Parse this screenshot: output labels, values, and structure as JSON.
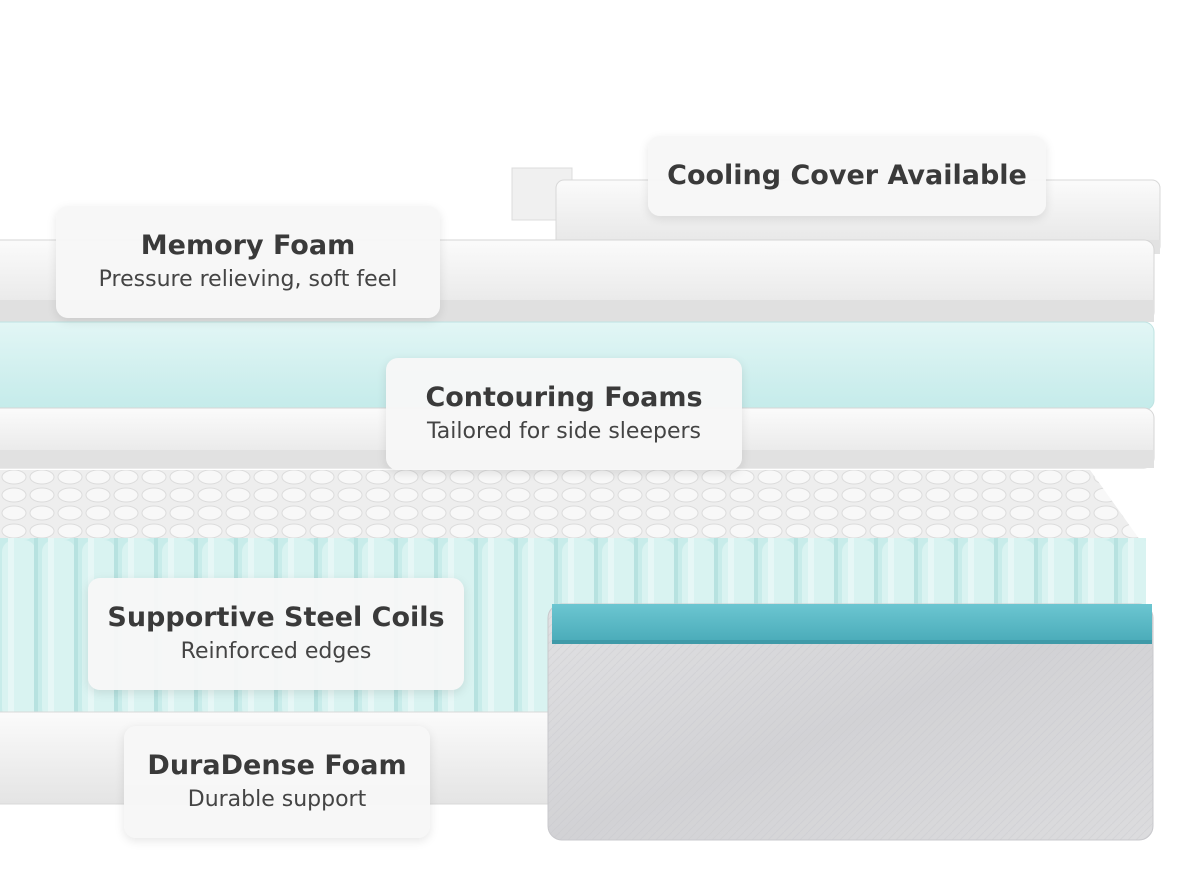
{
  "layers": [
    {
      "id": "cooling-cover",
      "title": "Cooling Cover Available",
      "subtitle": ""
    },
    {
      "id": "memory-foam",
      "title": "Memory Foam",
      "subtitle": "Pressure relieving, soft feel"
    },
    {
      "id": "contouring-foams",
      "title": "Contouring Foams",
      "subtitle": "Tailored for side sleepers"
    },
    {
      "id": "steel-coils",
      "title": "Supportive Steel Coils",
      "subtitle": "Reinforced edges"
    },
    {
      "id": "duradense-foam",
      "title": "DuraDense Foam",
      "subtitle": "Durable support"
    }
  ],
  "colors": {
    "mint_foam": "#cfeeee",
    "teal_band": "#56b9c6",
    "gray_fabric": "#d9d9dc",
    "white_foam": "#f2f2f2",
    "label_text": "#3a3a3a"
  }
}
